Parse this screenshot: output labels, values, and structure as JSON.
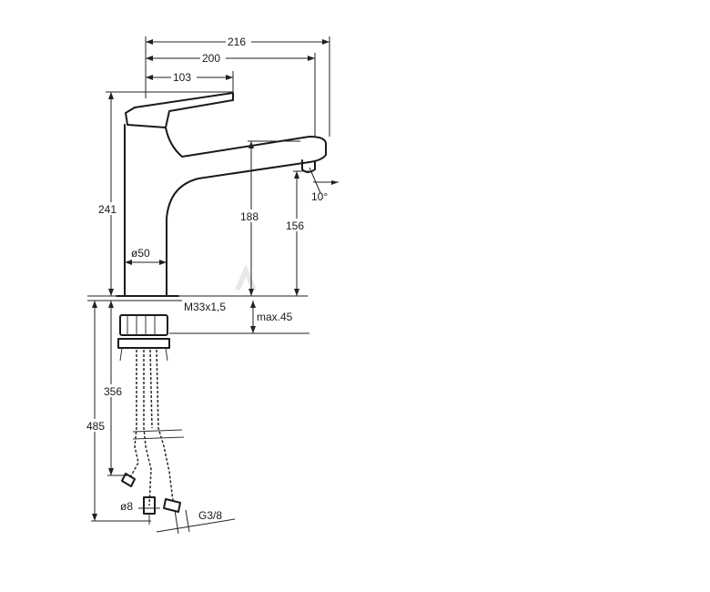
{
  "drawing": {
    "title": "",
    "dimensions": {
      "overall_length": "216",
      "spout_reach": "200",
      "handle_reach": "103",
      "total_height": "241",
      "spout_height_outer": "188",
      "spout_height_outlet": "156",
      "spout_angle": "10°",
      "body_diameter": "ø50",
      "thread": "M33x1,5",
      "max_deck_thickness": "max.45",
      "hose_length_1": "356",
      "hose_length_2": "485",
      "hose_diameter": "ø8",
      "connection": "G3/8"
    }
  }
}
